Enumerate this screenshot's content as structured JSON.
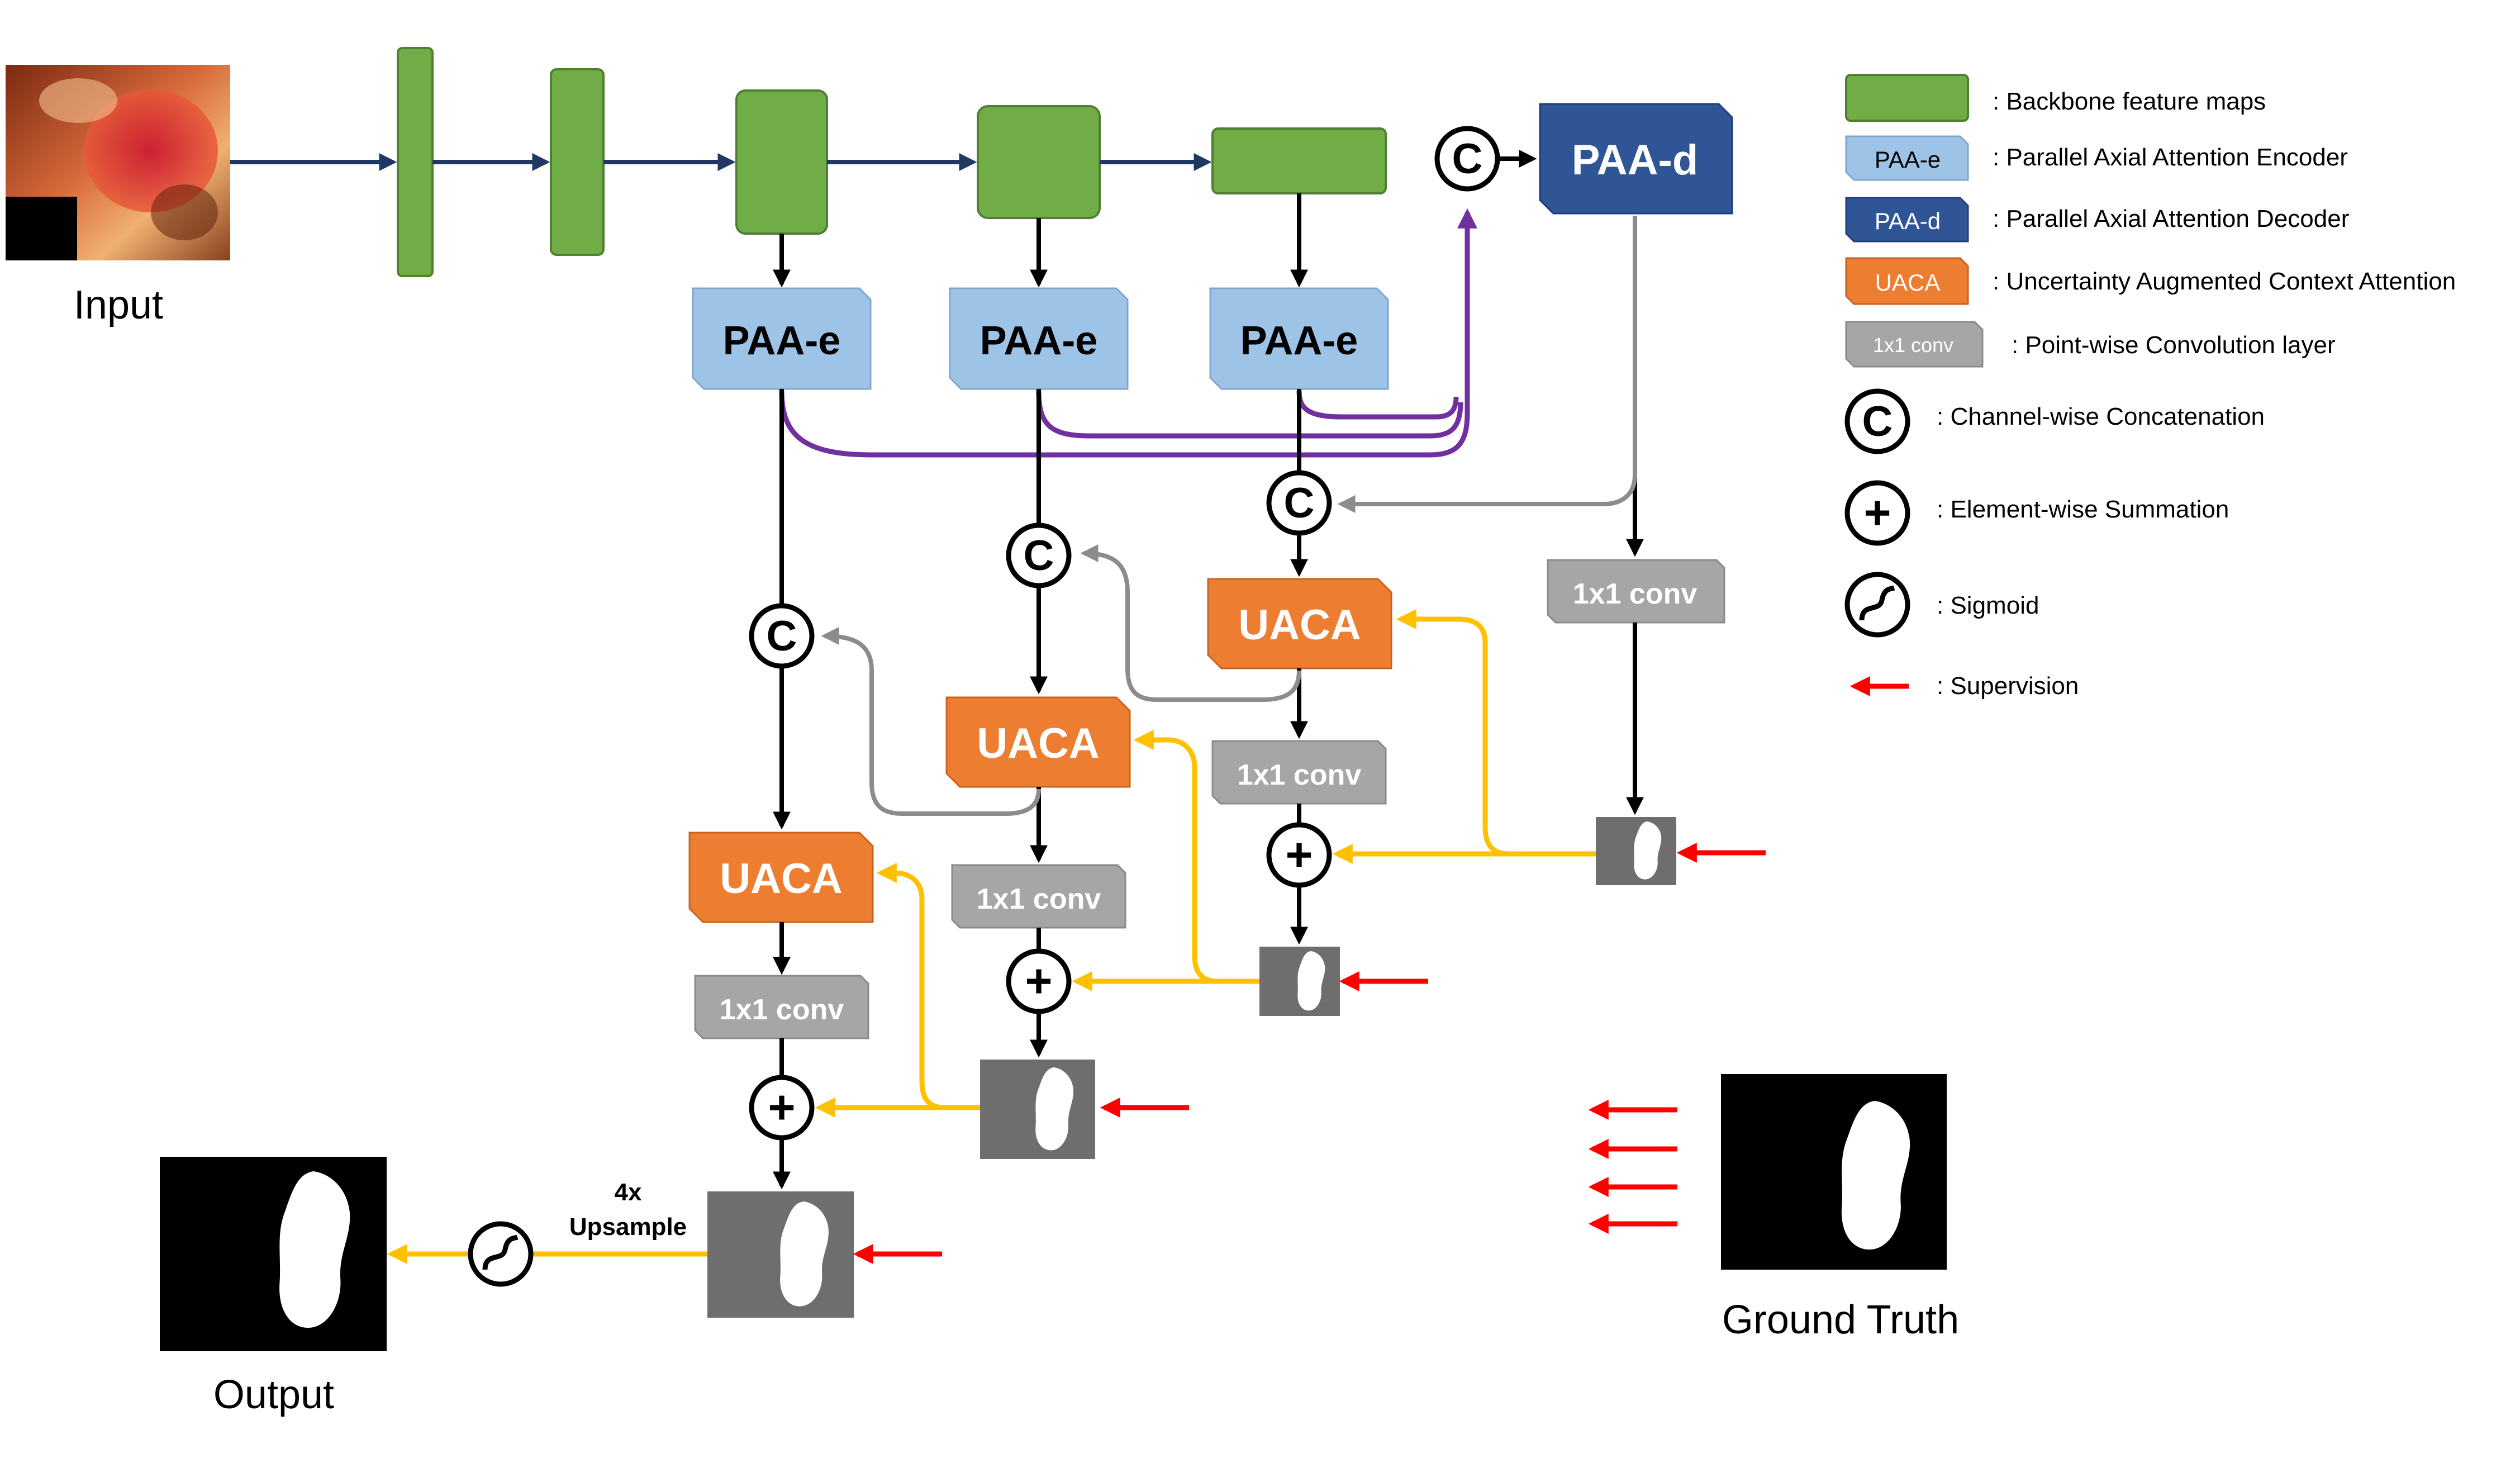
{
  "labels": {
    "input": "Input",
    "output": "Output",
    "ground_truth": "Ground Truth",
    "upsample_line1": "4x",
    "upsample_line2": "Upsample"
  },
  "blocks": {
    "paa_e": "PAA-e",
    "paa_d": "PAA-d",
    "uaca": "UACA",
    "conv": "1x1 conv",
    "concat_symbol": "C",
    "sum_symbol": "+"
  },
  "legend": {
    "items": [
      {
        "swatch": "green",
        "swatch_label": "",
        "text": ": Backbone feature maps"
      },
      {
        "swatch": "light-blue",
        "swatch_label": "PAA-e",
        "text": ": Parallel Axial Attention Encoder"
      },
      {
        "swatch": "dark-blue",
        "swatch_label": "PAA-d",
        "text": ": Parallel Axial Attention Decoder"
      },
      {
        "swatch": "orange",
        "swatch_label": "UACA",
        "text": ": Uncertainty Augmented Context Attention"
      },
      {
        "swatch": "gray",
        "swatch_label": "1x1 conv",
        "text": ": Point-wise Convolution layer"
      },
      {
        "swatch": "concat-symbol",
        "swatch_label": "C",
        "text": ": Channel-wise Concatenation"
      },
      {
        "swatch": "sum-symbol",
        "swatch_label": "+",
        "text": ": Element-wise Summation"
      },
      {
        "swatch": "sigmoid-symbol",
        "swatch_label": "",
        "text": ": Sigmoid"
      },
      {
        "swatch": "red-arrow",
        "swatch_label": "",
        "text": ": Supervision"
      }
    ]
  },
  "colors": {
    "backbone_green": "#70ad47",
    "paa_e_fill": "#9dc3e6",
    "paa_d_fill": "#2f5597",
    "uaca_fill": "#ed7d31",
    "conv_fill": "#a6a6a6",
    "flow_navy": "#1f3864",
    "purple": "#7030a0",
    "yellow": "#ffc000",
    "gray_arrow": "#8c8c8c",
    "supervision_red": "#ff0000",
    "map_gray": "#6e6e6e"
  }
}
